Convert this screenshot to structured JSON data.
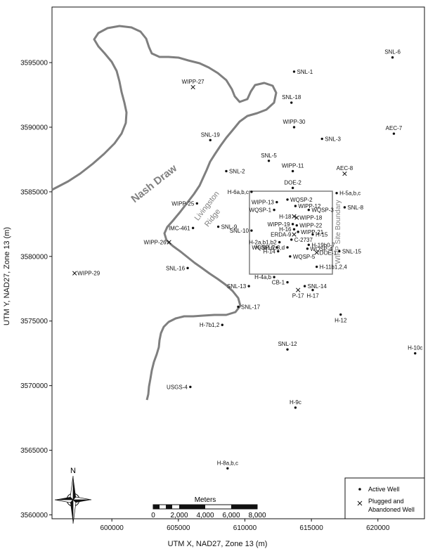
{
  "title": "",
  "axes": {
    "x_title": "UTM X, NAD27, Zone 13 (m)",
    "y_title": "UTM Y, NAD27, Zone 13 (m)",
    "x_ticks": [
      "600000",
      "605000",
      "610000",
      "615000",
      "620000"
    ],
    "y_ticks": [
      "3595000",
      "3590000",
      "3585000",
      "3580000",
      "3575000",
      "3570000",
      "3565000",
      "3560000"
    ]
  },
  "map_labels": {
    "nash_draw": "Nash Draw",
    "livingston_ridge_1": "Livingston",
    "livingston_ridge_2": "Ridge",
    "site_boundary": "WIPP Site Boundary"
  },
  "north_arrow": {
    "label": "N"
  },
  "scale_bar": {
    "title": "Meters",
    "ticks": [
      "0",
      "2,000",
      "4,000",
      "6,000",
      "8,000"
    ]
  },
  "legend": {
    "active_label": "Active Well",
    "plugged_label_1": "Plugged and",
    "plugged_label_2": "Abandoned Well"
  },
  "colors": {
    "nash_draw_outline": "#7f7f7f",
    "boundary": "#7f7f7f",
    "marker": "#111111",
    "text": "#111111"
  },
  "chart_data": {
    "type": "scatter",
    "x_range": [
      595500,
      623500
    ],
    "y_range": [
      3559700,
      3599300
    ],
    "series": [
      {
        "points": [
          {
            "label": "SNL-6",
            "x": 621100,
            "y": 3595400,
            "status": "active"
          },
          {
            "label": "SNL-1",
            "x": 613700,
            "y": 3594300,
            "status": "active"
          },
          {
            "label": "WIPP-27",
            "x": 606100,
            "y": 3593100,
            "status": "plugged"
          },
          {
            "label": "SNL-18",
            "x": 613500,
            "y": 3591900,
            "status": "active"
          },
          {
            "label": "WIPP-30",
            "x": 613700,
            "y": 3590000,
            "status": "active"
          },
          {
            "label": "AEC-7",
            "x": 621200,
            "y": 3589500,
            "status": "active"
          },
          {
            "label": "SNL-19",
            "x": 607400,
            "y": 3589000,
            "status": "active"
          },
          {
            "label": "SNL-3",
            "x": 615800,
            "y": 3589100,
            "status": "active"
          },
          {
            "label": "SNL-5",
            "x": 611800,
            "y": 3587400,
            "status": "active"
          },
          {
            "label": "SNL-2",
            "x": 608600,
            "y": 3586600,
            "status": "active"
          },
          {
            "label": "WIPP-11",
            "x": 613600,
            "y": 3586600,
            "status": "active"
          },
          {
            "label": "AEC-8",
            "x": 617500,
            "y": 3586400,
            "status": "plugged"
          },
          {
            "label": "DOE-2",
            "x": 613600,
            "y": 3585300,
            "status": "active"
          },
          {
            "label": "H-6a,b,c",
            "x": 610500,
            "y": 3585000,
            "status": "active"
          },
          {
            "label": "H-5a,b,c",
            "x": 616900,
            "y": 3584900,
            "status": "active"
          },
          {
            "label": "WIPP-25",
            "x": 606400,
            "y": 3584100,
            "status": "active"
          },
          {
            "label": "WQSP-2",
            "x": 613200,
            "y": 3584400,
            "status": "active"
          },
          {
            "label": "WIPP-13",
            "x": 612400,
            "y": 3584200,
            "status": "active"
          },
          {
            "label": "WIPP-12",
            "x": 613800,
            "y": 3583900,
            "status": "active"
          },
          {
            "label": "WQSP-1",
            "x": 612200,
            "y": 3583600,
            "status": "active"
          },
          {
            "label": "SNL-8",
            "x": 617500,
            "y": 3583800,
            "status": "active"
          },
          {
            "label": "WQSP-3",
            "x": 614800,
            "y": 3583600,
            "status": "active"
          },
          {
            "label": "H-18",
            "x": 613700,
            "y": 3583100,
            "status": "plugged"
          },
          {
            "label": "WIPP-18",
            "x": 613900,
            "y": 3583000,
            "status": "plugged"
          },
          {
            "label": "WIPP-19",
            "x": 613600,
            "y": 3582500,
            "status": "active"
          },
          {
            "label": "WIPP-22",
            "x": 613900,
            "y": 3582400,
            "status": "active"
          },
          {
            "label": "H-16",
            "x": 613700,
            "y": 3582100,
            "status": "active"
          },
          {
            "label": "WIPP-21",
            "x": 614000,
            "y": 3581900,
            "status": "active"
          },
          {
            "label": "SNL-9",
            "x": 608000,
            "y": 3582300,
            "status": "active"
          },
          {
            "label": "IMC-461",
            "x": 606100,
            "y": 3582200,
            "status": "active"
          },
          {
            "label": "SNL-10",
            "x": 610500,
            "y": 3582000,
            "status": "active"
          },
          {
            "label": "ERDA-9",
            "x": 613700,
            "y": 3581700,
            "status": "plugged"
          },
          {
            "label": "H-15",
            "x": 615100,
            "y": 3581700,
            "status": "active"
          },
          {
            "label": "C-2737",
            "x": 613500,
            "y": 3581300,
            "status": "active"
          },
          {
            "label": "WIPP-26",
            "x": 604300,
            "y": 3581100,
            "status": "plugged"
          },
          {
            "label": "H-2a,b1,b2",
            "x": 612600,
            "y": 3581100,
            "status": "active"
          },
          {
            "label": "H-19b0-7",
            "x": 614800,
            "y": 3580900,
            "status": "active"
          },
          {
            "label": "H-3b1,2,3,d",
            "x": 613200,
            "y": 3580700,
            "status": "active"
          },
          {
            "label": "WQSP-6",
            "x": 612400,
            "y": 3580700,
            "status": "active"
          },
          {
            "label": "WQSP-4",
            "x": 614700,
            "y": 3580600,
            "status": "active"
          },
          {
            "label": "SNL-15",
            "x": 617100,
            "y": 3580400,
            "status": "active"
          },
          {
            "label": "H-14",
            "x": 612500,
            "y": 3580400,
            "status": "active"
          },
          {
            "label": "DOE-1",
            "x": 615400,
            "y": 3580300,
            "status": "plugged"
          },
          {
            "label": "WQSP-5",
            "x": 613400,
            "y": 3580000,
            "status": "active"
          },
          {
            "label": "H-11b1,2,4",
            "x": 615400,
            "y": 3579200,
            "status": "active"
          },
          {
            "label": "WIPP-29",
            "x": 597200,
            "y": 3578700,
            "status": "plugged"
          },
          {
            "label": "SNL-16",
            "x": 605700,
            "y": 3579100,
            "status": "active"
          },
          {
            "label": "H-4a,b",
            "x": 612200,
            "y": 3578400,
            "status": "active"
          },
          {
            "label": "CB-1",
            "x": 613200,
            "y": 3578000,
            "status": "active"
          },
          {
            "label": "SNL-14",
            "x": 614500,
            "y": 3577700,
            "status": "active"
          },
          {
            "label": "SNL-13",
            "x": 610300,
            "y": 3577700,
            "status": "active"
          },
          {
            "label": "P-17",
            "x": 614000,
            "y": 3577400,
            "status": "plugged"
          },
          {
            "label": "H-17",
            "x": 615100,
            "y": 3577400,
            "status": "active"
          },
          {
            "label": "SNL-17",
            "x": 609500,
            "y": 3576100,
            "status": "active"
          },
          {
            "label": "H-12",
            "x": 617200,
            "y": 3575500,
            "status": "active"
          },
          {
            "label": "H-7b1,2",
            "x": 608300,
            "y": 3574700,
            "status": "active"
          },
          {
            "label": "SNL-12",
            "x": 613200,
            "y": 3572800,
            "status": "active"
          },
          {
            "label": "H-10c",
            "x": 622800,
            "y": 3572500,
            "status": "active"
          },
          {
            "label": "USGS-4",
            "x": 605900,
            "y": 3569900,
            "status": "active"
          },
          {
            "label": "H-9c",
            "x": 613800,
            "y": 3568300,
            "status": "active"
          },
          {
            "label": "H-8a,b,c",
            "x": 608700,
            "y": 3563600,
            "status": "active"
          }
        ]
      }
    ]
  }
}
